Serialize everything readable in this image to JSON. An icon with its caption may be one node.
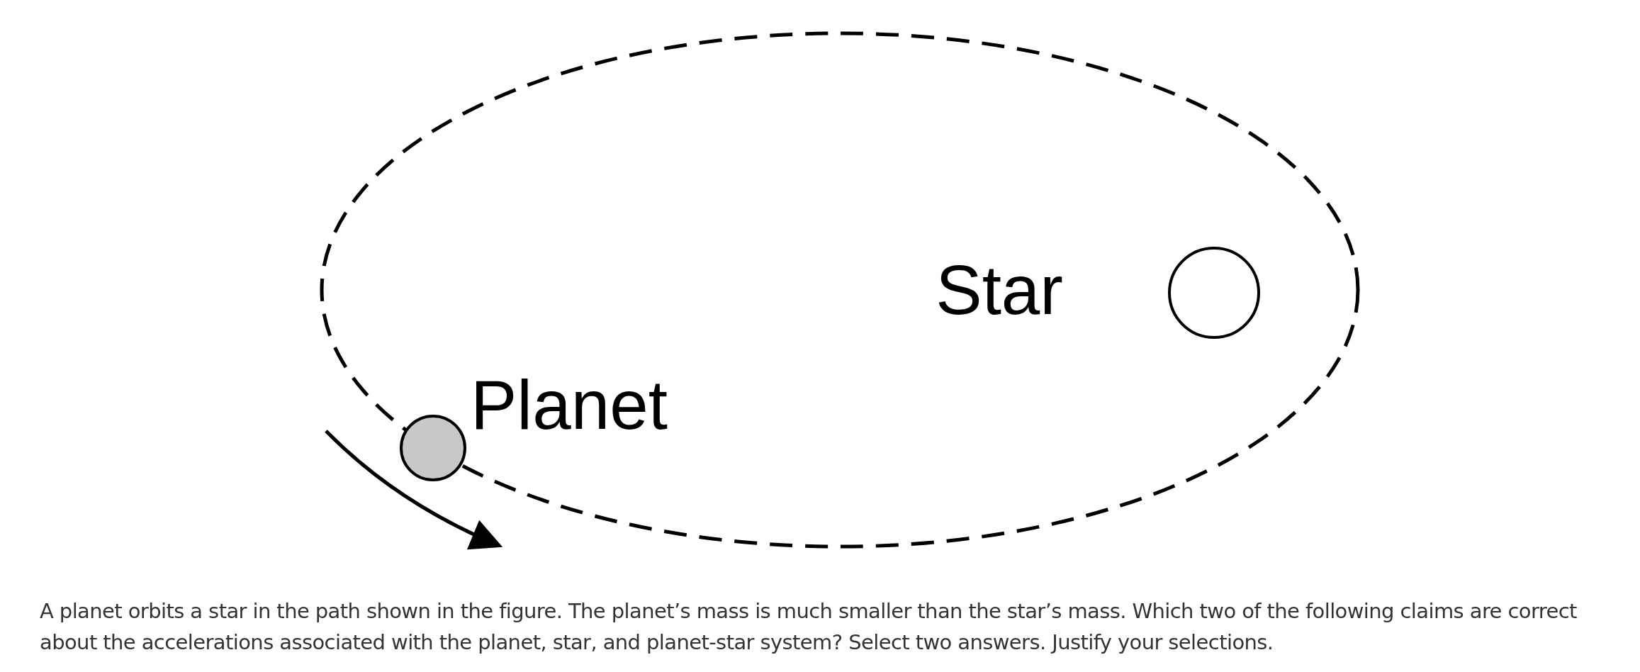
{
  "diagram": {
    "caption": "A planet orbits a star in the path shown in the figure. The planet’s mass is much smaller than the star’s mass. Which two of the following claims are correct about the accelerations associated with the planet, star, and planet-star system? Select two answers. Justify your selections.",
    "nodes": [
      {
        "text": [
          "Planet"
        ]
      },
      {
        "text": [
          "Star"
        ]
      }
    ]
  }
}
